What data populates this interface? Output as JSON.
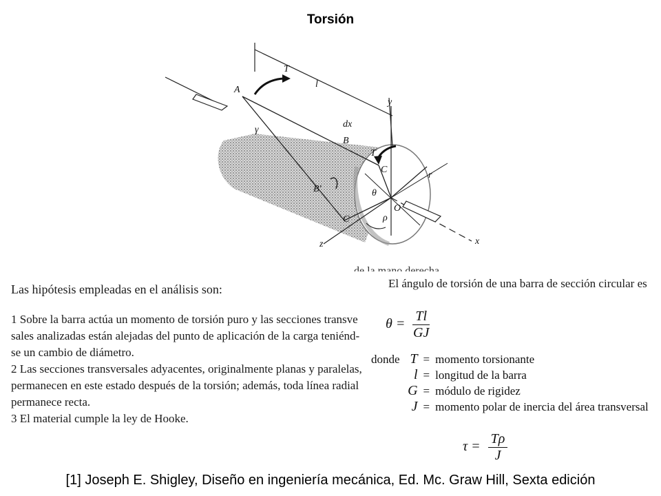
{
  "title": "Torsión",
  "diagram": {
    "labels": [
      "A",
      "T",
      "l",
      "y",
      "dx",
      "B",
      "T",
      "C",
      "r",
      "γ",
      "B'",
      "θ",
      "C",
      "O",
      "ρ",
      "z",
      "x"
    ]
  },
  "left": {
    "heading": "Las hipótesis empleadas en el análisis son:",
    "lines": [
      "1  Sobre la barra actúa un momento de torsión puro y las secciones transve",
      "sales analizadas están alejadas del punto de aplicación de la carga teniénd-",
      "se un cambio de diámetro.",
      "2  Las secciones transversales adyacentes, originalmente planas y paralelas,",
      "permanecen en este estado después de la torsión; además, toda línea radial",
      "permanece recta.",
      "3  El material cumple la ley de Hooke."
    ]
  },
  "right": {
    "cut_text": "de la mano derecha",
    "angle_text": "El ángulo de torsión de una barra de sección circular es",
    "eq1": {
      "lhs": "θ =",
      "num": "Tl",
      "den": "GJ"
    },
    "donde": "donde",
    "defs": [
      {
        "sym": "T",
        "text": "momento torsionante"
      },
      {
        "sym": "l",
        "text": "longitud de la barra"
      },
      {
        "sym": "G",
        "text": "módulo de rigidez"
      },
      {
        "sym": "J",
        "text": "momento polar de inercia del área transversal"
      }
    ],
    "eq2": {
      "lhs": "τ =",
      "num": "Tρ",
      "den": "J"
    }
  },
  "reference": "[1] Joseph E. Shigley,  Diseño en ingeniería mecánica, Ed. Mc. Graw Hill, Sexta edición"
}
